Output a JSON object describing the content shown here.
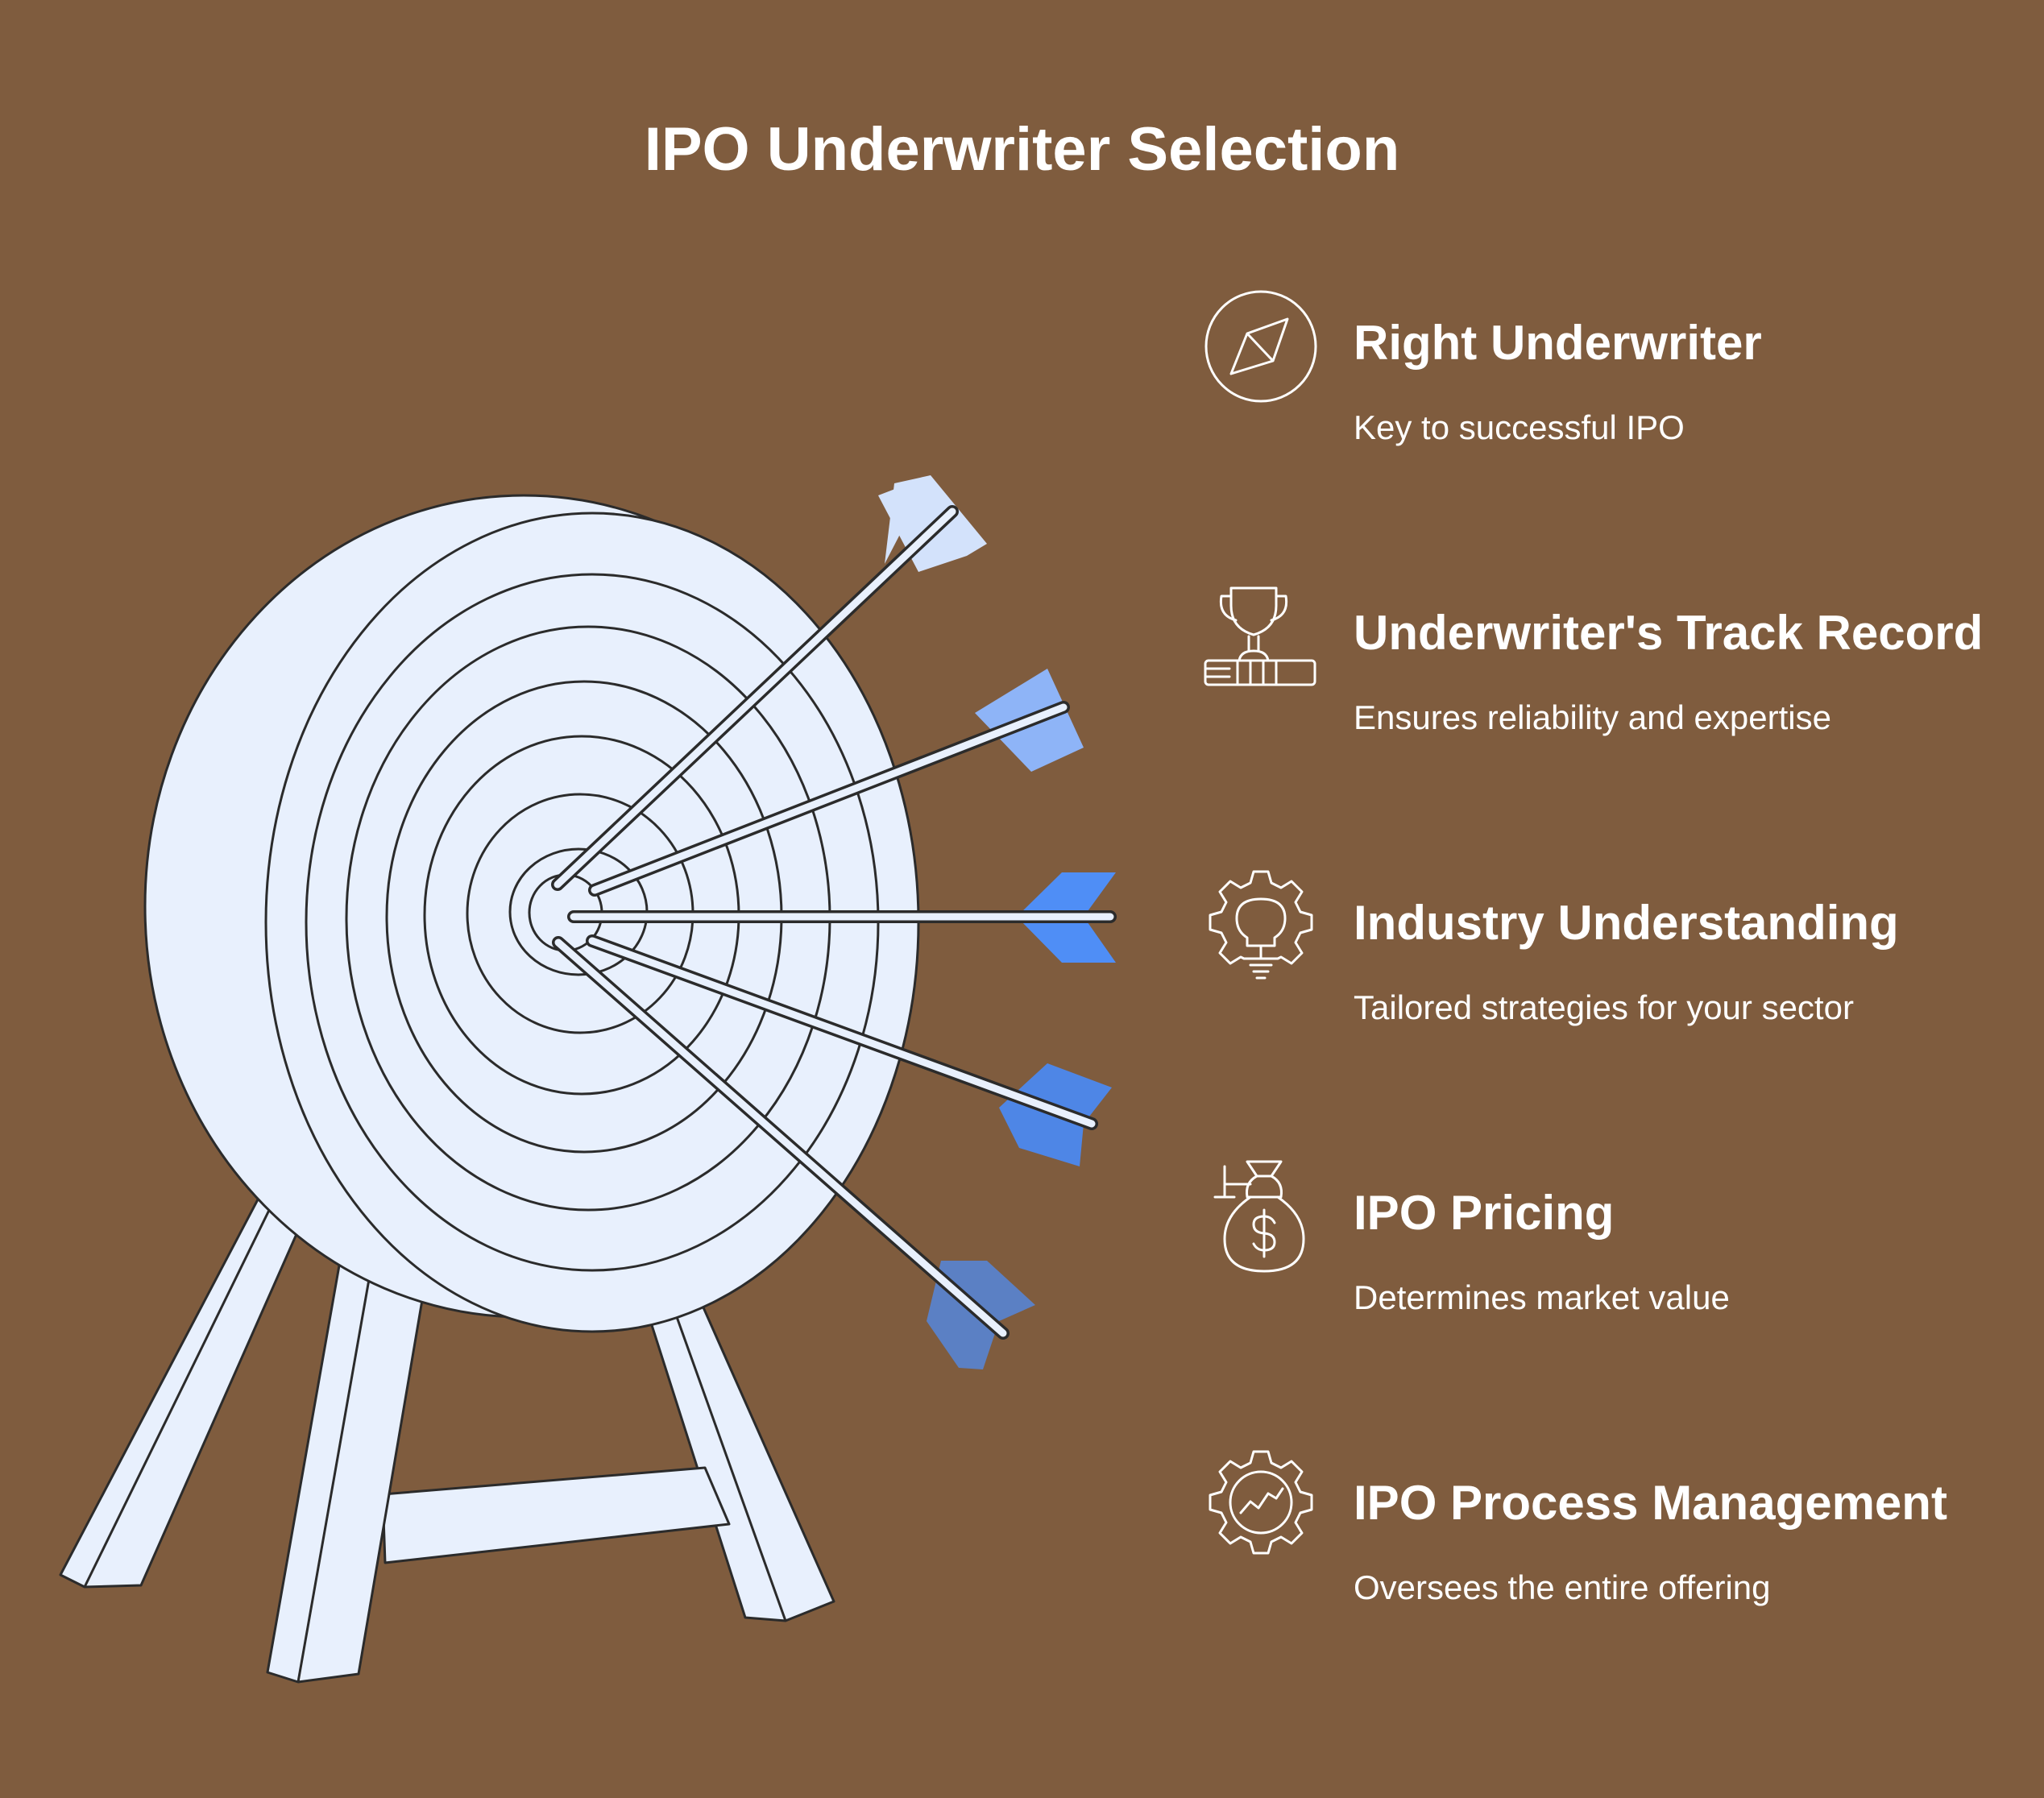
{
  "title": "IPO Underwriter Selection",
  "items": [
    {
      "icon": "compass-icon",
      "title": "Right Underwriter",
      "description": "Key to successful IPO"
    },
    {
      "icon": "trophy-icon",
      "title": "Underwriter's Track Record",
      "description": "Ensures reliability and expertise"
    },
    {
      "icon": "lightbulb-gear-icon",
      "title": "Industry Understanding",
      "description": "Tailored strategies for your sector"
    },
    {
      "icon": "money-bag-icon",
      "title": "IPO Pricing",
      "description": "Determines market value"
    },
    {
      "icon": "chart-gear-icon",
      "title": "IPO Process Management",
      "description": "Oversees the entire offering"
    }
  ],
  "colors": {
    "background": "#7f5c3e",
    "target_fill": "#e8f0fd",
    "outline": "#2b2b2b",
    "text": "#ffffff",
    "arrow_fletchings": [
      "#d3e2fb",
      "#8eb4f7",
      "#4f8ef6",
      "#4e86e6",
      "#5b80c4"
    ]
  }
}
